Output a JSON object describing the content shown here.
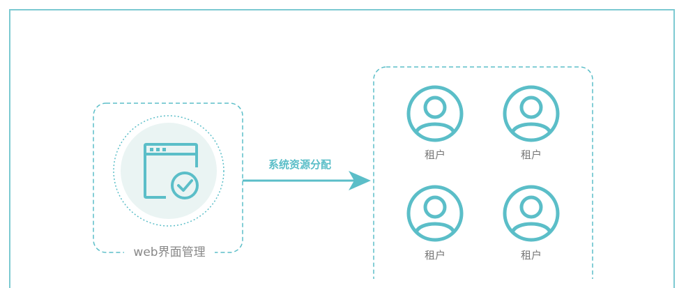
{
  "colors": {
    "accent": "#5bbec8",
    "accent_light": "#7cc9d1",
    "icon_bg": "#eaf4f3",
    "text_gray": "#888888"
  },
  "source": {
    "label": "web界面管理",
    "icon": "web-window-check-icon"
  },
  "flow": {
    "label": "系统资源分配"
  },
  "tenants": [
    {
      "label": "租户",
      "icon": "user-icon"
    },
    {
      "label": "租户",
      "icon": "user-icon"
    },
    {
      "label": "租户",
      "icon": "user-icon"
    },
    {
      "label": "租户",
      "icon": "user-icon"
    }
  ]
}
